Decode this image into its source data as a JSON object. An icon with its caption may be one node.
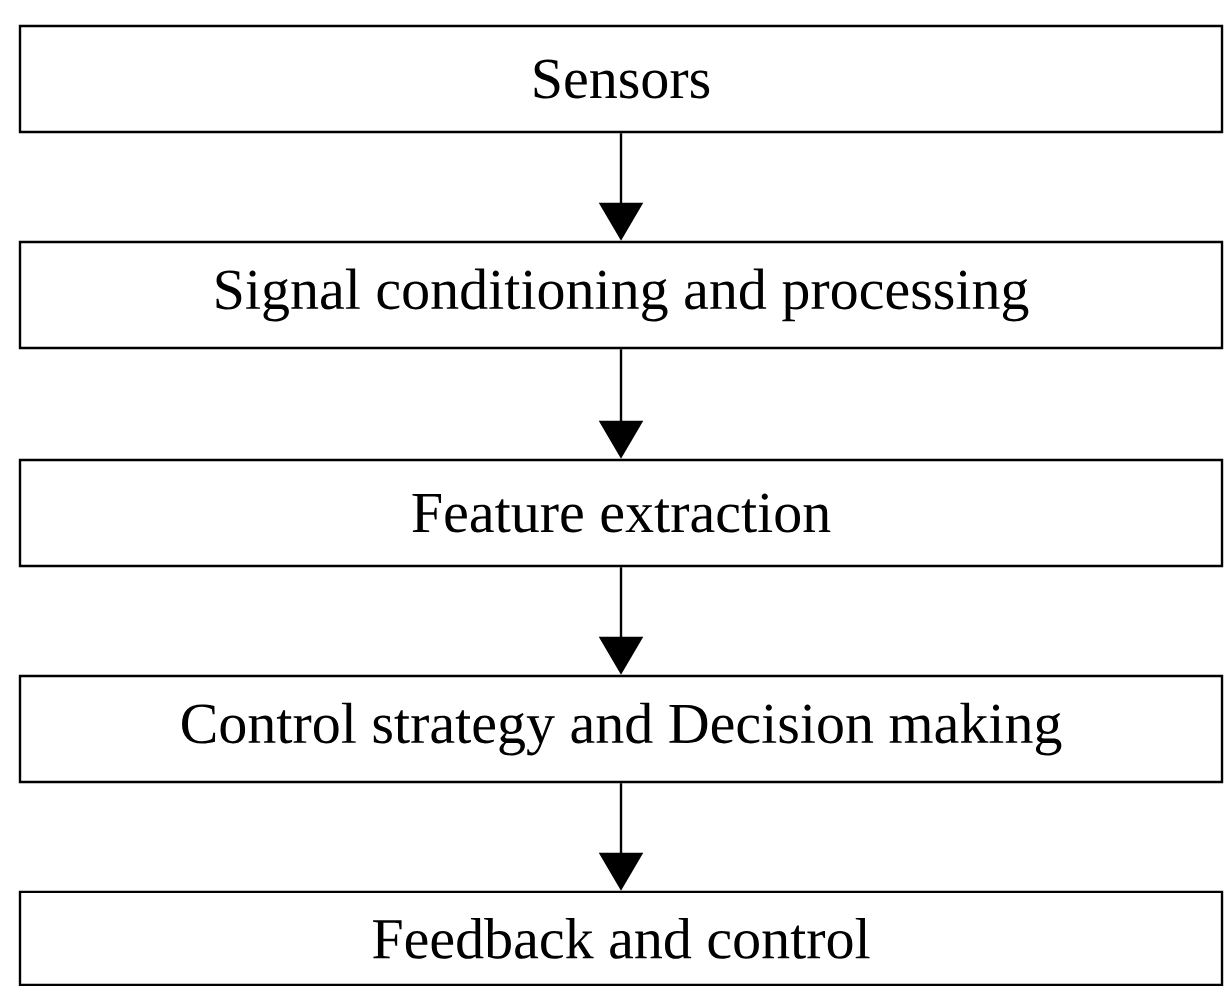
{
  "diagram": {
    "nodes": [
      {
        "text": [
          "Sensors"
        ]
      },
      {
        "text": [
          "Signal conditioning and processing"
        ]
      },
      {
        "text": [
          "Feature extraction"
        ]
      },
      {
        "text": [
          "Control strategy and Decision making"
        ]
      },
      {
        "text": [
          "Feedback and control"
        ]
      }
    ],
    "edges": [
      {
        "from": 0,
        "to": 1,
        "arrow": "to"
      },
      {
        "from": 1,
        "to": 2,
        "arrow": "to"
      },
      {
        "from": 2,
        "to": 3,
        "arrow": "to"
      },
      {
        "from": 3,
        "to": 4,
        "arrow": "to"
      }
    ]
  }
}
